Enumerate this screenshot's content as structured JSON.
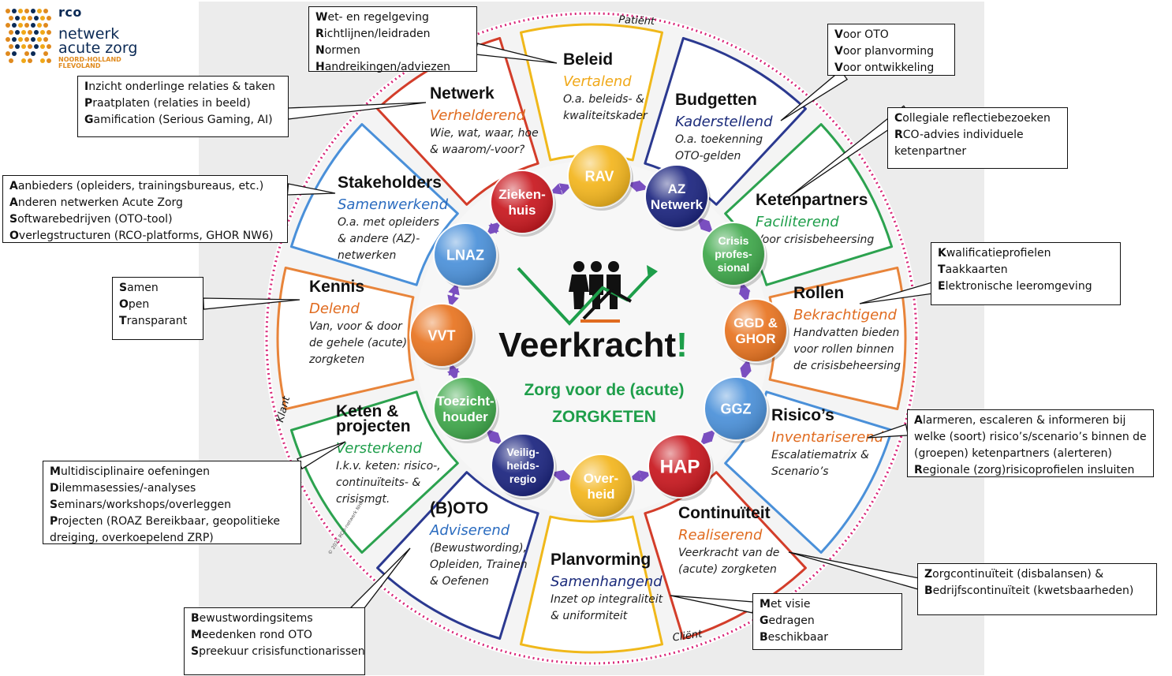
{
  "logo": {
    "line1": "rco",
    "line2": "netwerk",
    "line3": "acute zorg",
    "line4": "NOORD-HOLLAND",
    "line5": "FLEVOLAND"
  },
  "ring_labels": {
    "top": "Patiënt",
    "left": "Klant",
    "bottom": "Cliënt"
  },
  "copyright": "© 2025 RCO-netwerk NHF",
  "center": {
    "title": "Veerkracht",
    "exclaim": "!",
    "subtitle1": "Zorg voor de (acute)",
    "subtitle2": "ZORGKETEN"
  },
  "colors": {
    "ring": "#d9287a",
    "arrow": "#7a4fc0",
    "green": "#1e9e4a",
    "orange": "#e06b1f",
    "yellow": "#f3b51c",
    "navy": "#1a237e",
    "teal_label": "#2a6bbf",
    "bg": "#ececec"
  },
  "sectors": [
    {
      "id": "beleid",
      "title": "Beleid",
      "sub": "Vertalend",
      "subColor": "#f0a818",
      "desc": [
        "O.a. beleids- &",
        "kwaliteitskader"
      ],
      "border": "#f0b81a"
    },
    {
      "id": "budgetten",
      "title": "Budgetten",
      "sub": "Kaderstellend",
      "subColor": "#1a2a7a",
      "desc": [
        "O.a. toekenning",
        "OTO-gelden"
      ],
      "border": "#2b3990"
    },
    {
      "id": "ketenpartners",
      "title": "Ketenpartners",
      "sub": "Faciliterend",
      "subColor": "#1e9e4a",
      "desc": [
        "Voor crisisbeheersing"
      ],
      "border": "#2ca24f"
    },
    {
      "id": "rollen",
      "title": "Rollen",
      "sub": "Bekrachtigend",
      "subColor": "#e06b1f",
      "desc": [
        "Handvatten bieden",
        "voor rollen binnen",
        "de crisisbeheersing"
      ],
      "border": "#e8843a"
    },
    {
      "id": "risicos",
      "title": "Risico’s",
      "sub": "Inventariserend",
      "subColor": "#e06b1f",
      "desc": [
        "Escalatiematrix &",
        "Scenario’s"
      ],
      "border": "#4a90d9"
    },
    {
      "id": "continuiteit",
      "title": "Continuïteit",
      "sub": "Realiserend",
      "subColor": "#e06b1f",
      "desc": [
        "Veerkracht van de",
        "(acute) zorgketen"
      ],
      "border": "#d33d2a"
    },
    {
      "id": "planvorming",
      "title": "Planvorming",
      "sub": "Samenhangend",
      "subColor": "#1a2a7a",
      "desc": [
        "Inzet op integraliteit",
        "& uniformiteit"
      ],
      "border": "#f0b81a"
    },
    {
      "id": "boto",
      "title": "(B)OTO",
      "sub": "Adviserend",
      "subColor": "#2a6bbf",
      "desc": [
        "(Bewustwording),",
        "Opleiden, Trainen",
        "& Oefenen"
      ],
      "border": "#2b3990"
    },
    {
      "id": "keten",
      "title": "Keten &",
      "title2": "projecten",
      "sub": "Versterkend",
      "subColor": "#1e9e4a",
      "desc": [
        "I.k.v. keten: risico-,",
        "continuïteits- &",
        "crisismgt."
      ],
      "border": "#2ca24f"
    },
    {
      "id": "kennis",
      "title": "Kennis",
      "sub": "Delend",
      "subColor": "#e06b1f",
      "desc": [
        "Van, voor & door",
        "de gehele (acute)",
        "zorgketen"
      ],
      "border": "#e8843a"
    },
    {
      "id": "stakeholders",
      "title": "Stakeholders",
      "sub": "Samenwerkend",
      "subColor": "#2a6bbf",
      "desc": [
        "O.a. met opleiders",
        "& andere (AZ)-",
        "netwerken"
      ],
      "border": "#4a90d9"
    },
    {
      "id": "netwerk",
      "title": "Netwerk",
      "sub": "Verhelderend",
      "subColor": "#e06b1f",
      "desc": [
        "Wie, wat, waar, hoe",
        "& waarom/-voor?"
      ],
      "border": "#d33d2a"
    }
  ],
  "nodes": [
    {
      "id": "rav",
      "lines": [
        "RAV"
      ],
      "color": "#f3b51c"
    },
    {
      "id": "az",
      "lines": [
        "AZ",
        "Netwerk"
      ],
      "color": "#1a237e"
    },
    {
      "id": "crisis",
      "lines": [
        "Crisis",
        "profes-",
        "sional"
      ],
      "color": "#3ea84a"
    },
    {
      "id": "ggd",
      "lines": [
        "GGD &",
        "GHOR"
      ],
      "color": "#e8731f"
    },
    {
      "id": "ggz",
      "lines": [
        "GGZ"
      ],
      "color": "#4a90d9"
    },
    {
      "id": "hap",
      "lines": [
        "HAP"
      ],
      "color": "#c8161d"
    },
    {
      "id": "overheid",
      "lines": [
        "Over-",
        "heid"
      ],
      "color": "#f3b51c"
    },
    {
      "id": "veiligheidsregio",
      "lines": [
        "Veilig-",
        "heids-",
        "regio"
      ],
      "color": "#1a237e"
    },
    {
      "id": "toezichthouder",
      "lines": [
        "Toezicht-",
        "houder"
      ],
      "color": "#3ea84a"
    },
    {
      "id": "vvt",
      "lines": [
        "VVT"
      ],
      "color": "#e8731f"
    },
    {
      "id": "lnaz",
      "lines": [
        "LNAZ"
      ],
      "color": "#4a90d9"
    },
    {
      "id": "ziekenhuis",
      "lines": [
        "Zieken-",
        "huis"
      ],
      "color": "#c8161d"
    }
  ],
  "callouts": [
    {
      "id": "beleid",
      "lines": [
        [
          "W",
          "et- en regelgeving"
        ],
        [
          "R",
          "ichtlijnen/leidraden"
        ],
        [
          "N",
          "ormen"
        ],
        [
          "H",
          "andreikingen/adviezen"
        ]
      ]
    },
    {
      "id": "budgetten",
      "lines": [
        [
          "V",
          "oor OTO"
        ],
        [
          "V",
          "oor planvorming"
        ],
        [
          "V",
          "oor ontwikkeling"
        ]
      ]
    },
    {
      "id": "netwerk",
      "lines": [
        [
          "I",
          "nzicht onderlinge relaties & taken"
        ],
        [
          "P",
          "raatplaten (relaties in beeld)"
        ],
        [
          "G",
          "amification (Serious Gaming, AI)"
        ]
      ]
    },
    {
      "id": "ketenpartners",
      "lines": [
        [
          "C",
          "ollegiale reflectiebezoeken"
        ],
        [
          "R",
          "CO-advies individuele"
        ],
        [
          "",
          "ketenpartner"
        ]
      ]
    },
    {
      "id": "stakeholders",
      "lines": [
        [
          "A",
          "anbieders (opleiders, trainingsbureaus, etc.)"
        ],
        [
          "A",
          "nderen netwerken Acute Zorg"
        ],
        [
          "S",
          "oftwarebedrijven (OTO-tool)"
        ],
        [
          "O",
          "verlegstructuren (RCO-platforms, GHOR NW6)"
        ]
      ]
    },
    {
      "id": "rollen",
      "lines": [
        [
          "K",
          "walificatieprofielen"
        ],
        [
          "T",
          "aakkaarten"
        ],
        [
          "E",
          "lektronische leeromgeving"
        ]
      ]
    },
    {
      "id": "kennis",
      "lines": [
        [
          "S",
          "amen"
        ],
        [
          "O",
          "pen"
        ],
        [
          "T",
          "ransparant"
        ]
      ]
    },
    {
      "id": "risicos",
      "lines": [
        [
          "A",
          "larmeren, escaleren & informeren bij"
        ],
        [
          "",
          "welke (soort) risico’s/scenario’s binnen de"
        ],
        [
          "",
          "(groepen) ketenpartners (alerteren)"
        ],
        [
          "R",
          "egionale (zorg)risicoprofielen insluiten"
        ]
      ]
    },
    {
      "id": "keten",
      "lines": [
        [
          "M",
          "ultidisciplinaire oefeningen"
        ],
        [
          "D",
          "ilemmasessies/-analyses"
        ],
        [
          "S",
          "eminars/workshops/overleggen"
        ],
        [
          "P",
          "rojecten (ROAZ Bereikbaar, geopolitieke"
        ],
        [
          "",
          "dreiging, overkoepelend ZRP)"
        ]
      ]
    },
    {
      "id": "continuiteit",
      "lines": [
        [
          "Z",
          "orgcontinuïteit (disbalansen) &"
        ],
        [
          "B",
          "edrijfscontinuïteit (kwetsbaarheden)"
        ]
      ]
    },
    {
      "id": "planvorming",
      "lines": [
        [
          "M",
          "et visie"
        ],
        [
          "G",
          "edragen"
        ],
        [
          "B",
          "eschikbaar"
        ]
      ]
    },
    {
      "id": "boto",
      "lines": [
        [
          "B",
          "ewustwordingsitems"
        ],
        [
          "M",
          "eedenken rond OTO"
        ],
        [
          "S",
          "preekuur crisisfunctionarissen"
        ]
      ]
    }
  ]
}
